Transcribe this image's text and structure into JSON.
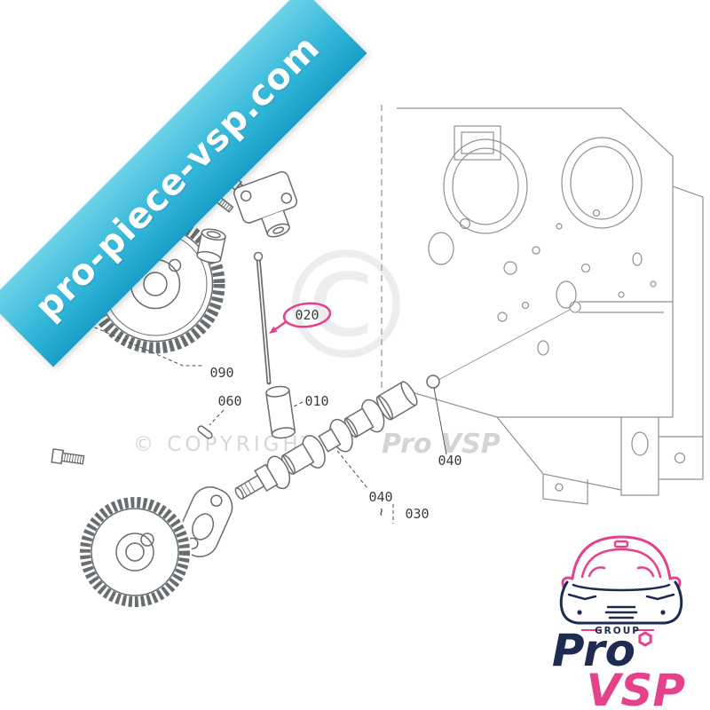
{
  "banner": {
    "text": "pro-piece-vsp.com"
  },
  "watermark": {
    "big_symbol": "©",
    "line": "© COPYRIGHT",
    "brand": "Pro VSP"
  },
  "diagram": {
    "labels": {
      "group_090": "090",
      "key_060": "060",
      "tappet_010": "010",
      "pushrod_020": "020",
      "ball_040": "040",
      "camshaft_040": "040",
      "tilde": "~",
      "camshaft_030": "030"
    }
  },
  "logo": {
    "group": "GROUP",
    "pro": "Pro",
    "vsp": "VSP"
  },
  "colors": {
    "banner_cyan": "#35b8da",
    "highlight_pink": "#e5428c",
    "logo_navy": "#1d2b50",
    "logo_pink": "#e5428c",
    "block_line_grey": "#8c9296",
    "part_line_grey": "#686d70"
  }
}
